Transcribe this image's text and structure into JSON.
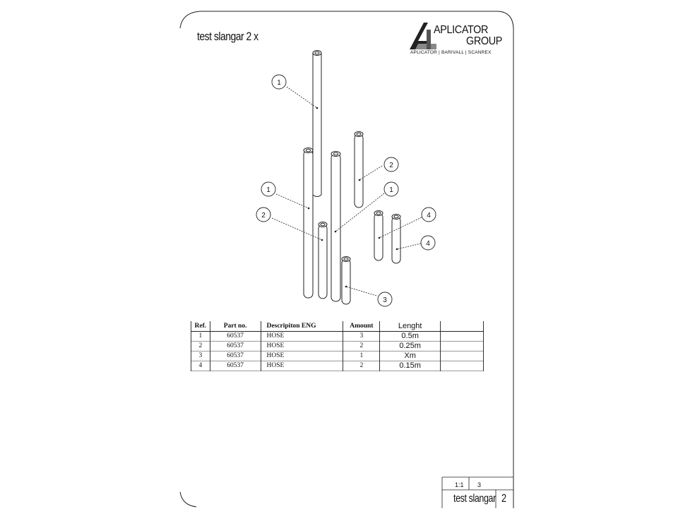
{
  "drawing": {
    "title": "test slangar 2 x"
  },
  "logo": {
    "line1": "APLICATOR",
    "line2": "GROUP",
    "subline": "APLICATOR | BARIVALL | SCANREX"
  },
  "callouts": [
    "1",
    "2",
    "1",
    "2",
    "1",
    "3",
    "4",
    "4"
  ],
  "parts_table": {
    "headers": [
      "Ref.",
      "Part no.",
      "Descripiton ENG",
      "Amount",
      "Lenght",
      ""
    ],
    "rows": [
      {
        "ref": "1",
        "part_no": "60537",
        "desc": "HOSE",
        "amount": "3",
        "length": "0.5m"
      },
      {
        "ref": "2",
        "part_no": "60537",
        "desc": "HOSE",
        "amount": "2",
        "length": "0.25m"
      },
      {
        "ref": "3",
        "part_no": "60537",
        "desc": "HOSE",
        "amount": "1",
        "length": "Xm"
      },
      {
        "ref": "4",
        "part_no": "60537",
        "desc": "HOSE",
        "amount": "2",
        "length": "0.15m"
      }
    ]
  },
  "title_block": {
    "scale": "1:1",
    "sheet": "3",
    "name": "test slangar",
    "rev": "2"
  }
}
